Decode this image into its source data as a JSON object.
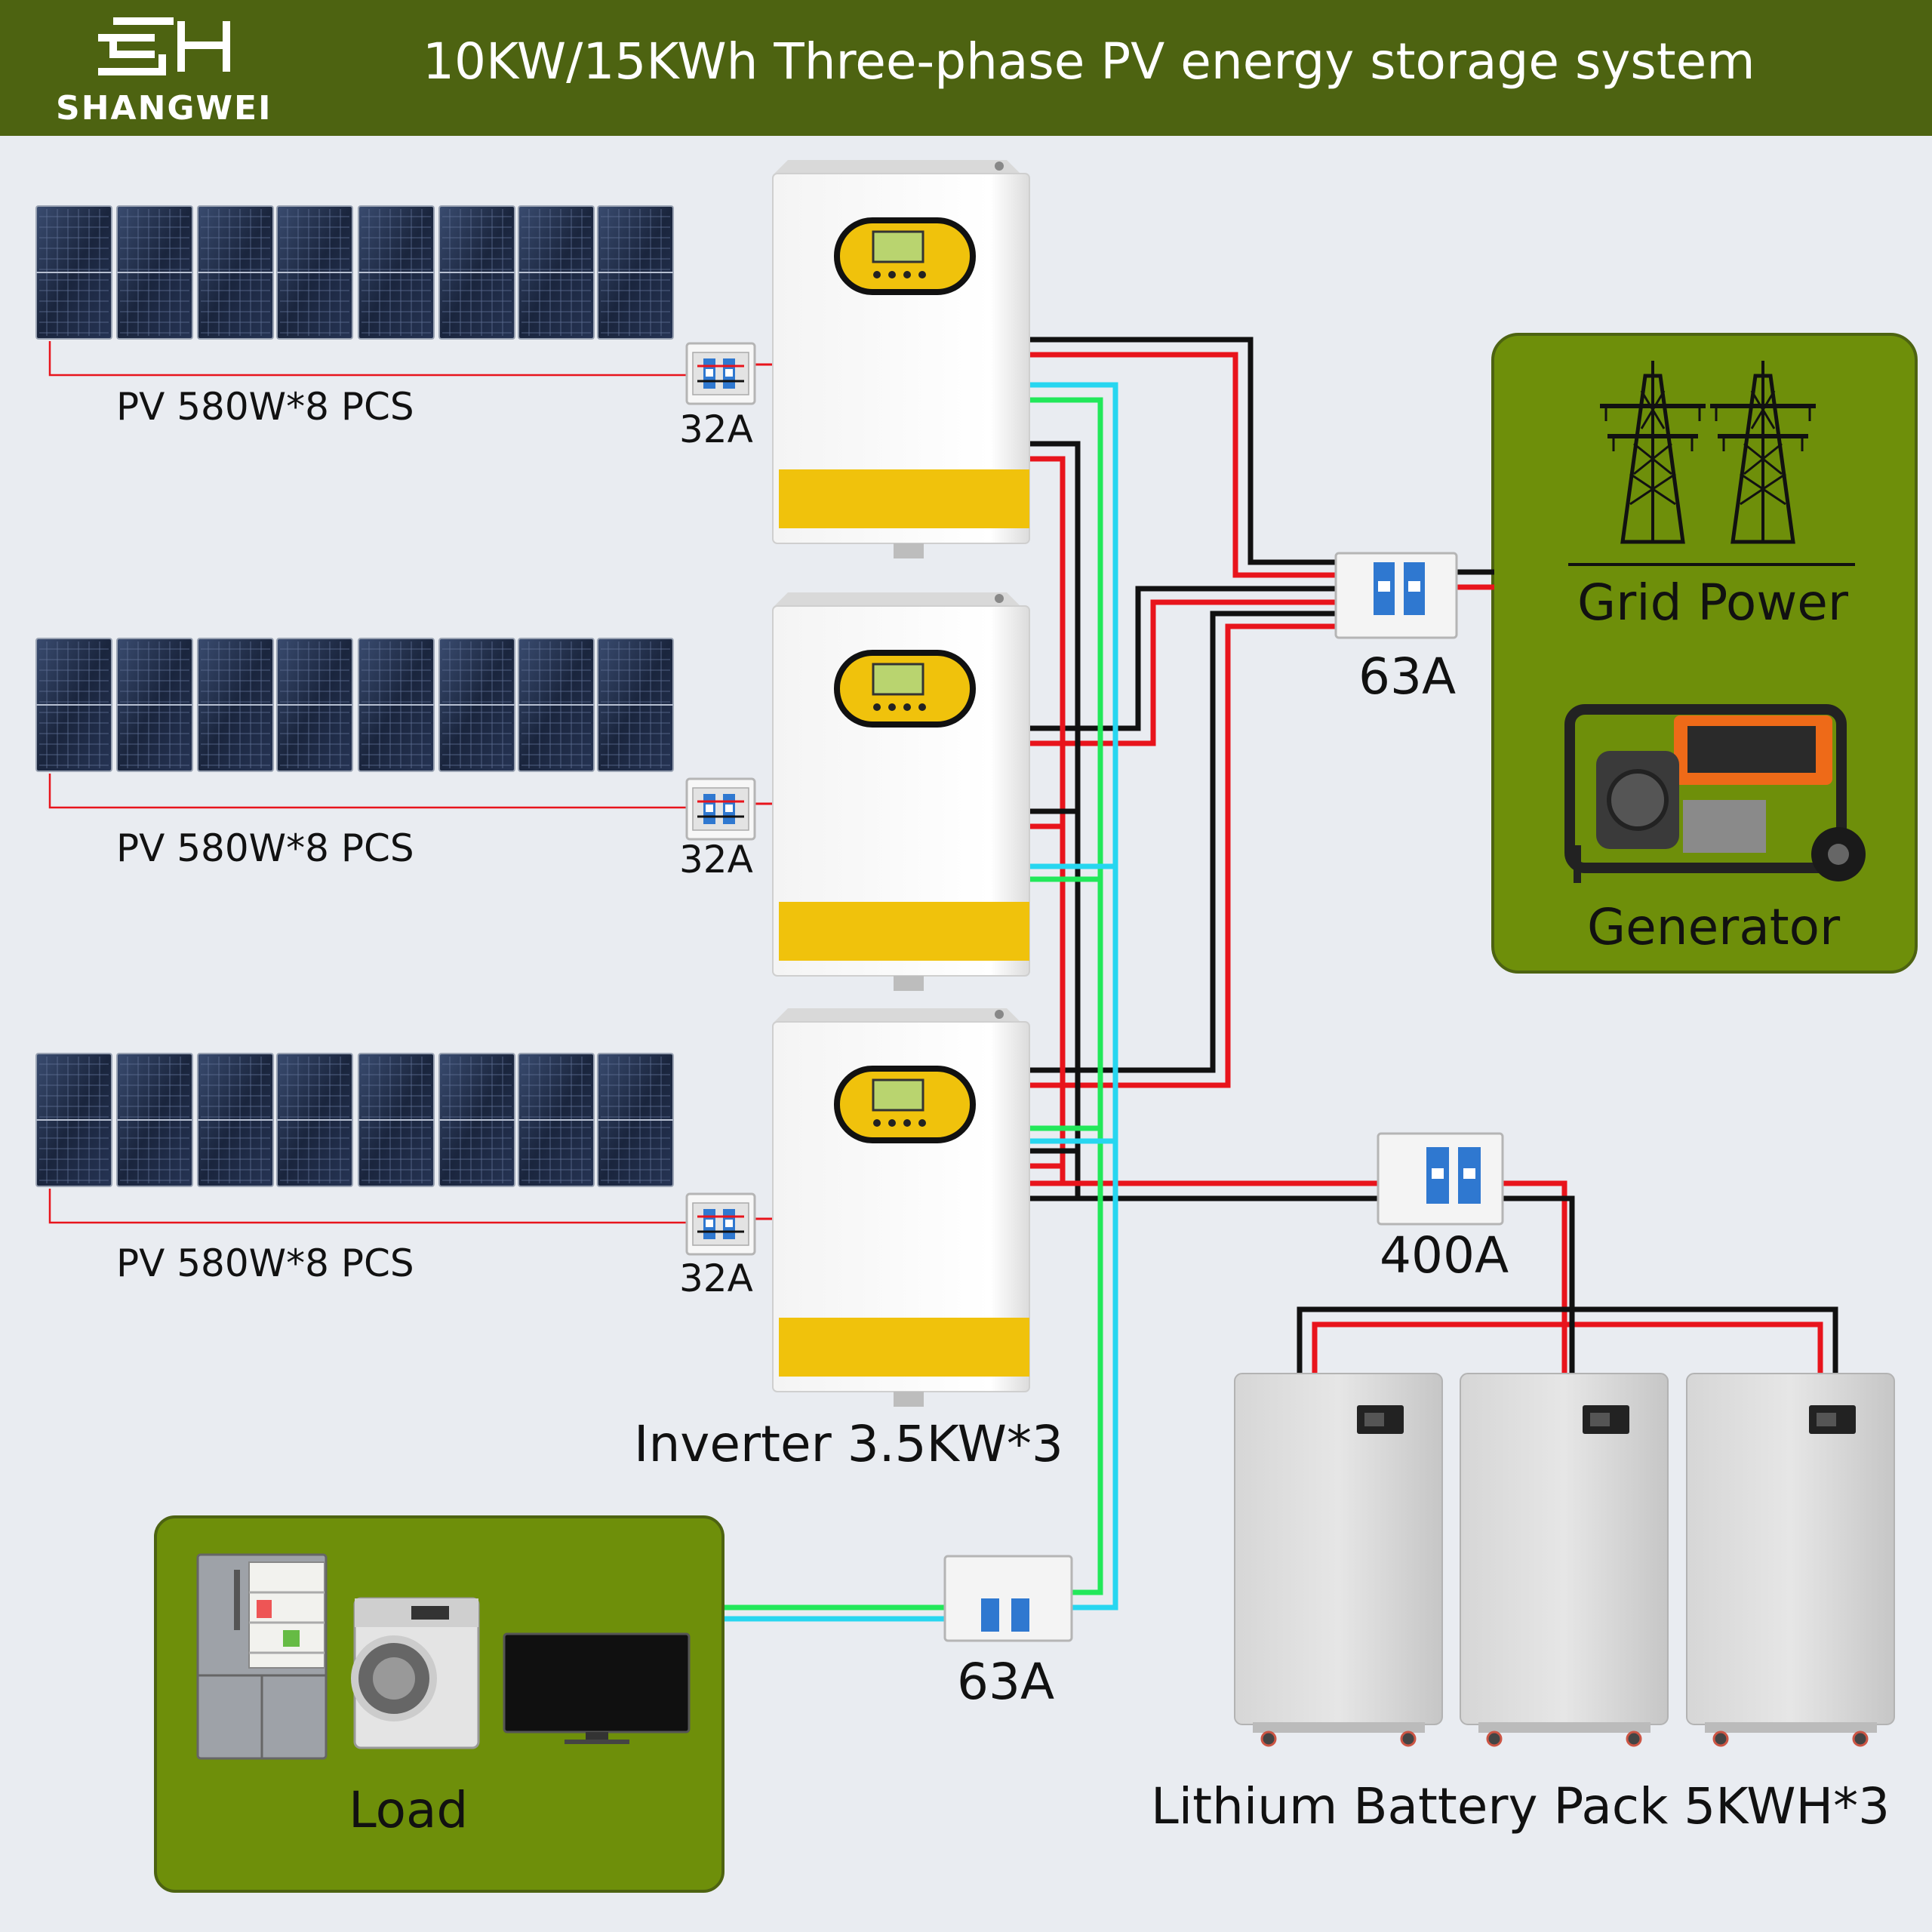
{
  "header": {
    "title": "10KW/15KWh Three-phase PV energy storage system",
    "brand_name": "SHANGWEI",
    "background": "#4d6311"
  },
  "pv_arrays": [
    {
      "label": "PV 580W*8 PCS",
      "breaker": "32A",
      "panel_count": 8
    },
    {
      "label": "PV 580W*8 PCS",
      "breaker": "32A",
      "panel_count": 8
    },
    {
      "label": "PV 580W*8 PCS",
      "breaker": "32A",
      "panel_count": 8
    }
  ],
  "inverters": {
    "label": "Inverter 3.5KW*3",
    "count": 3
  },
  "grid_panel": {
    "grid_label": "Grid Power",
    "generator_label": "Generator",
    "breaker": "63A",
    "background": "#6e8f0a"
  },
  "battery": {
    "breaker": "400A",
    "label": "Lithium Battery Pack 5KWH*3",
    "count": 3
  },
  "load_panel": {
    "label": "Load",
    "breaker": "63A",
    "background": "#6e8f0a"
  },
  "colors": {
    "wire_red": "#e8141c",
    "wire_black": "#111111",
    "wire_green": "#22e85a",
    "wire_cyan": "#27d6f0",
    "inverter_yellow": "#f0c20c",
    "panel_blue": "#1c2a44"
  },
  "icons": [
    "transmission-tower-icon",
    "generator-icon",
    "refrigerator-icon",
    "washing-machine-icon",
    "television-icon",
    "circuit-breaker-icon",
    "logo-icon"
  ]
}
